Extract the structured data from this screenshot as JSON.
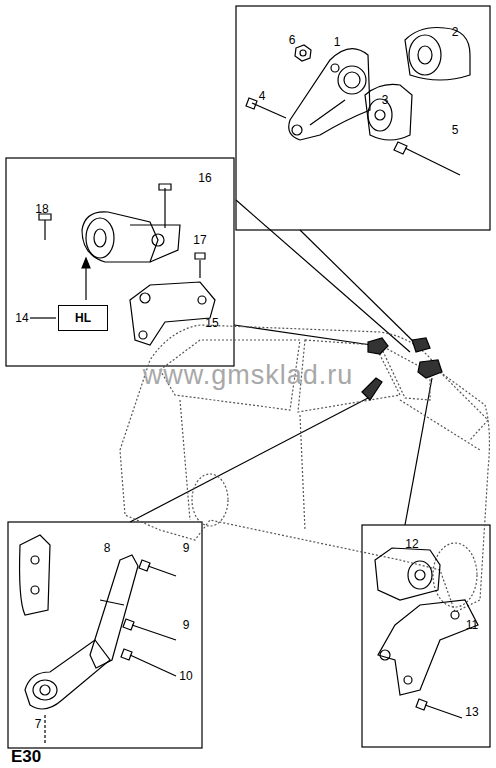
{
  "diagram": {
    "nodes": [
      {
        "text": [
          "HL"
        ]
      }
    ],
    "edges": [],
    "labels": [
      "1",
      "2",
      "3",
      "4",
      "5",
      "6",
      "16",
      "18",
      "17",
      "15",
      "14",
      "8",
      "9",
      "9",
      "10",
      "7",
      "12",
      "11",
      "13",
      "www.gmsklad.ru",
      "E30"
    ]
  }
}
